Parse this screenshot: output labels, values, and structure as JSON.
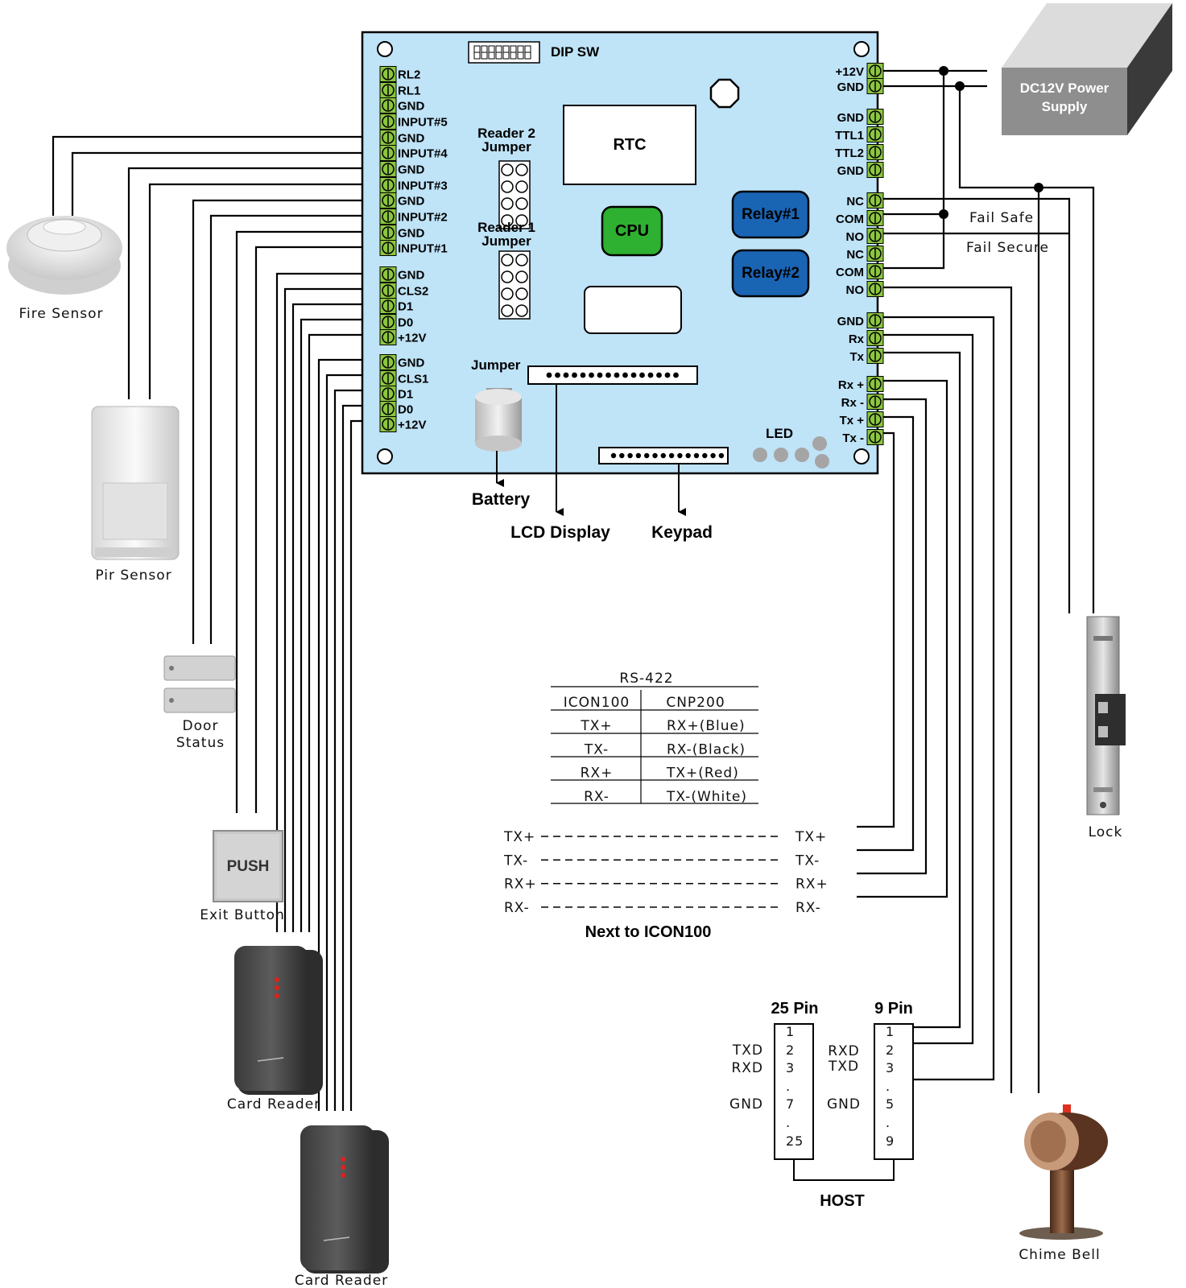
{
  "board": {
    "dip_sw": "DIP SW",
    "rtc": "RTC",
    "cpu": "CPU",
    "relay1": "Relay#1",
    "relay2": "Relay#2",
    "reader2_jumper": [
      "Reader 2",
      "Jumper"
    ],
    "reader1_jumper": [
      "Reader 1",
      "Jumper"
    ],
    "jumper": "Jumper",
    "led": "LED",
    "left_terminals": [
      "RL2",
      "RL1",
      "GND",
      "INPUT#5",
      "GND",
      "INPUT#4",
      "GND",
      "INPUT#3",
      "GND",
      "INPUT#2",
      "GND",
      "INPUT#1",
      "GND",
      "CLS2",
      "D1",
      "D0",
      "+12V",
      "GND",
      "CLS1",
      "D1",
      "D0",
      "+12V"
    ],
    "right_terminals": [
      "+12V",
      "GND",
      "GND",
      "TTL1",
      "TTL2",
      "GND",
      "NC",
      "COM",
      "NO",
      "NC",
      "COM",
      "NO",
      "GND",
      "Rx",
      "Tx",
      "Rx +",
      "Rx -",
      "Tx +",
      "Tx -"
    ],
    "colors": {
      "board": "#bfe3f7",
      "terminal": "#8cc63f",
      "cpu": "#2eb030",
      "relay": "#1a64b4"
    }
  },
  "labels": {
    "battery": "Battery",
    "lcd": "LCD Display",
    "keypad": "Keypad",
    "power": [
      "DC12V Power",
      "Supply"
    ],
    "fail_safe": "Fail Safe",
    "fail_secure": "Fail Secure"
  },
  "devices": {
    "fire": "Fire Sensor",
    "pir": "Pir Sensor",
    "door": [
      "Door",
      "Status"
    ],
    "push": "PUSH",
    "exit": "Exit Button",
    "card1": "Card Reader",
    "card2": "Card Reader",
    "lock": "Lock",
    "chime": "Chime Bell"
  },
  "rs422": {
    "title": "RS-422",
    "headers": [
      "ICON100",
      "CNP200"
    ],
    "rows": [
      [
        "TX+",
        "RX+(Blue)"
      ],
      [
        "TX-",
        "RX-(Black)"
      ],
      [
        "RX+",
        "TX+(Red)"
      ],
      [
        "RX-",
        "TX-(White)"
      ]
    ]
  },
  "next_to": {
    "rows": [
      [
        "TX+",
        "TX+"
      ],
      [
        "TX-",
        "TX-"
      ],
      [
        "RX+",
        "RX+"
      ],
      [
        "RX-",
        "RX-"
      ]
    ],
    "caption": "Next to ICON100"
  },
  "host": {
    "pin25": "25 Pin",
    "pin9": "9 Pin",
    "pins25": [
      "1",
      "2",
      "3",
      ".",
      "7",
      ".",
      "25"
    ],
    "pins9": [
      "1",
      "2",
      "3",
      ".",
      "5",
      ".",
      "9"
    ],
    "sig25": [
      "TXD",
      "RXD",
      "GND"
    ],
    "sig9": [
      "RXD",
      "TXD",
      "GND"
    ],
    "caption": "HOST"
  }
}
